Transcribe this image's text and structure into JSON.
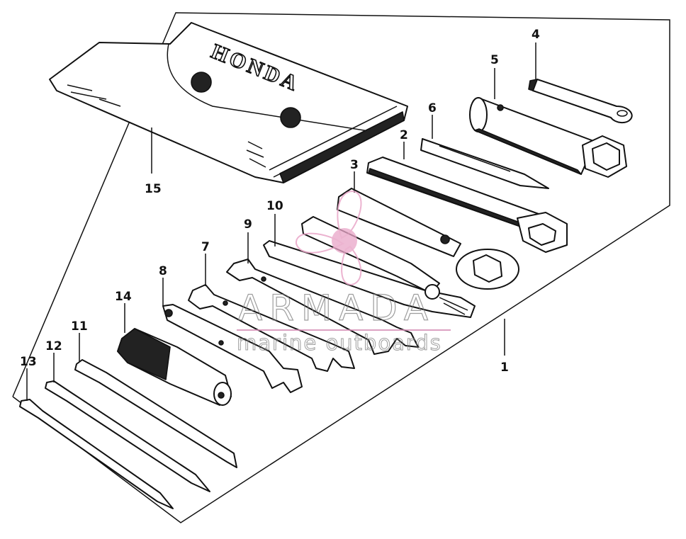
{
  "diagram": {
    "brand_text": "HONDA",
    "callouts": [
      {
        "id": "c15",
        "label": "15"
      },
      {
        "id": "c4",
        "label": "4"
      },
      {
        "id": "c5",
        "label": "5"
      },
      {
        "id": "c6",
        "label": "6"
      },
      {
        "id": "c2",
        "label": "2"
      },
      {
        "id": "c3",
        "label": "3"
      },
      {
        "id": "c10",
        "label": "10"
      },
      {
        "id": "c9",
        "label": "9"
      },
      {
        "id": "c7",
        "label": "7"
      },
      {
        "id": "c8",
        "label": "8"
      },
      {
        "id": "c14",
        "label": "14"
      },
      {
        "id": "c11",
        "label": "11"
      },
      {
        "id": "c12",
        "label": "12"
      },
      {
        "id": "c13",
        "label": "13"
      },
      {
        "id": "c1",
        "label": "1"
      }
    ]
  },
  "watermark": {
    "title": "ARMADA",
    "subtitle": "marine outboards",
    "accent_color": "#e9a6c8",
    "line_color": "#d48ab4"
  },
  "colors": {
    "ink": "#111111",
    "paper": "#ffffff"
  }
}
